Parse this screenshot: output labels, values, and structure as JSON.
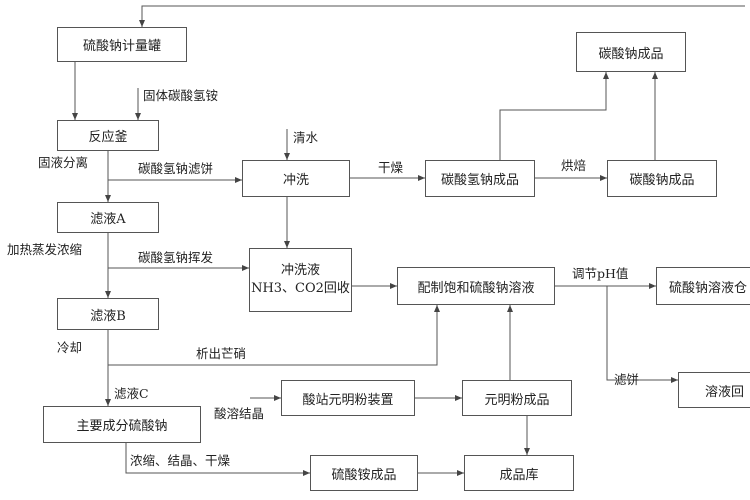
{
  "boxes": {
    "sodium_sulfate_tank": "硫酸钠计量罐",
    "reactor": "反应釜",
    "filtrate_a": "滤液A",
    "filtrate_b": "滤液B",
    "main_component": "主要成分硫酸钠",
    "washing": "冲洗",
    "wash_liquid_line1": "冲洗液",
    "wash_liquid_line2": "NH3、CO2回收",
    "bicarbonate_product": "碳酸氢钠成品",
    "carbonate_product_mid": "碳酸钠成品",
    "carbonate_product_top": "碳酸钠成品",
    "saturated_solution": "配制饱和硫酸钠溶液",
    "sodium_sulfate_solution": "硫酸钠溶液仓",
    "solution_recycle": "溶液回",
    "acid_station": "酸站元明粉装置",
    "yuanming_product": "元明粉成品",
    "ammonium_sulfate_product": "硫酸铵成品",
    "warehouse": "成品库"
  },
  "labels": {
    "solid_bicarbonate": "固体碳酸氢铵",
    "solid_liquid_sep": "固液分离",
    "bicarbonate_filter_cake": "碳酸氢钠滤饼",
    "clean_water": "清水",
    "heat_evaporate": "加热蒸发浓缩",
    "bicarbonate_volatilize": "碳酸氢钠挥发",
    "dry": "干燥",
    "calcine": "烘焙",
    "adjust_ph": "调节pH值",
    "cool": "冷却",
    "precipitate_glauber": "析出芒硝",
    "filtrate_c": "滤液C",
    "filter_cake": "滤饼",
    "acid_crystallize": "酸溶结晶",
    "concentrate_crystallize_dry": "浓缩、结晶、干燥"
  }
}
